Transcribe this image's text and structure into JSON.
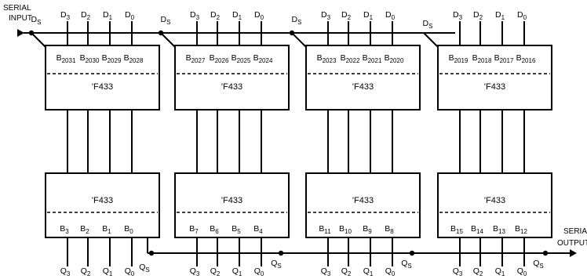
{
  "serial_input_label": [
    "SERIAL",
    "INPUT"
  ],
  "serial_output_label": [
    "SERIAL",
    "OUTPUT"
  ],
  "chip_name": "'F433",
  "data_in_pins": [
    {
      "letter": "D",
      "sub": "3"
    },
    {
      "letter": "D",
      "sub": "2"
    },
    {
      "letter": "D",
      "sub": "1"
    },
    {
      "letter": "D",
      "sub": "0"
    }
  ],
  "data_serial_pin": {
    "letter": "D",
    "sub": "S"
  },
  "q_out_pins": [
    {
      "letter": "Q",
      "sub": "3"
    },
    {
      "letter": "Q",
      "sub": "2"
    },
    {
      "letter": "Q",
      "sub": "1"
    },
    {
      "letter": "Q",
      "sub": "0"
    }
  ],
  "q_serial_pin": {
    "letter": "Q",
    "sub": "S"
  },
  "top_chips": [
    {
      "bits": [
        "2031",
        "2030",
        "2029",
        "2028"
      ]
    },
    {
      "bits": [
        "2027",
        "2026",
        "2025",
        "2024"
      ]
    },
    {
      "bits": [
        "2023",
        "2022",
        "2021",
        "2020"
      ]
    },
    {
      "bits": [
        "2019",
        "2018",
        "2017",
        "2016"
      ]
    }
  ],
  "bottom_chips": [
    {
      "bits": [
        "3",
        "2",
        "1",
        "0"
      ]
    },
    {
      "bits": [
        "7",
        "6",
        "5",
        "4"
      ]
    },
    {
      "bits": [
        "11",
        "10",
        "9",
        "8"
      ]
    },
    {
      "bits": [
        "15",
        "14",
        "13",
        "12"
      ]
    }
  ]
}
